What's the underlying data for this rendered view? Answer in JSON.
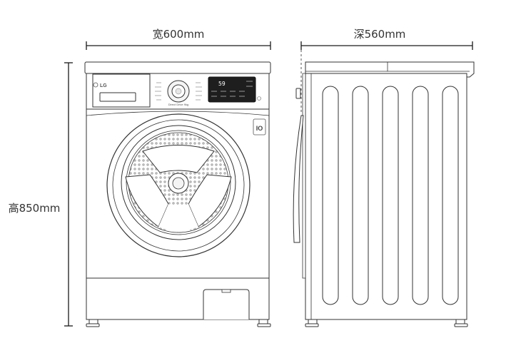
{
  "dimensions": {
    "width_label": "宽600mm",
    "depth_label": "深560mm",
    "height_label": "高850mm"
  },
  "panel": {
    "brand": "LG",
    "knob_text": "Direct Drive 9kg",
    "display_value": "59"
  },
  "colors": {
    "line": "#333333",
    "dimension_line": "#1a1a1a",
    "display_bg": "#1e1e1e",
    "background": "#ffffff"
  }
}
